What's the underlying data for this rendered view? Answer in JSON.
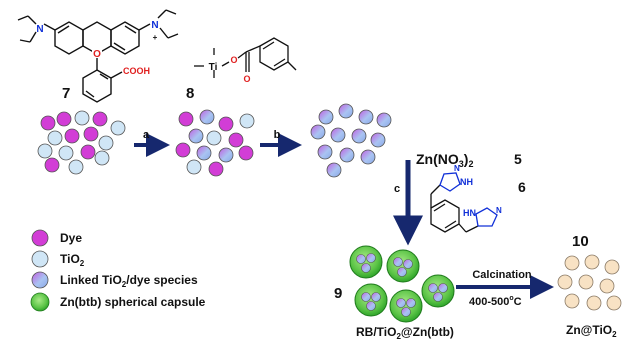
{
  "colors": {
    "dye": "#d23dd6",
    "tio2": "#d0e6f6",
    "linked_a": "#c05ee0",
    "linked_b": "#a9c4f2",
    "capsule_outer": "#2fa52a",
    "capsule_inner": "#a8ea87",
    "arrow": "#16286e",
    "particle_zn": "#f8e2c4",
    "nitrogen": "#1030d8",
    "oxygen": "#e02020",
    "bond": "#111111"
  },
  "compounds": {
    "dye_number": "7",
    "dye_acid_group": "COOH",
    "dye_n_plus": "N",
    "dye_n_plus_charge": "+",
    "dye_n_left": "N",
    "dye_o_ring": "O",
    "linker_number": "8",
    "linker_ti": "Ti",
    "linker_o": "O",
    "linker_o2": "O"
  },
  "steps": {
    "a": "a",
    "b": "b",
    "c": "c"
  },
  "reagents": {
    "zinc_nitrate_prefix": "Zn(NO",
    "zinc_nitrate_sub": "3",
    "zinc_nitrate_close": ")",
    "zinc_nitrate_sub2": "2",
    "zinc_nitrate_number": "5",
    "tetrazole_number": "6",
    "tetrazole_nh": "NH",
    "tetrazole_hn": "HN",
    "tetrazole_n": "N"
  },
  "legend": {
    "dye": "Dye",
    "tio2_main": "TiO",
    "tio2_sub": "2",
    "linked_pre": "Linked TiO",
    "linked_sub": "2",
    "linked_post": "/dye species",
    "capsule": "Zn(btb) spherical capsule"
  },
  "products": {
    "capsule_number": "9",
    "capsule_label_pre": "RB/TiO",
    "capsule_label_sub": "2",
    "capsule_label_post": "@Zn(btb)",
    "calcination": "Calcination",
    "temperature_pre": "400-500",
    "temperature_sup": "o",
    "temperature_unit": "C",
    "final_number": "10",
    "final_label_pre": "Zn@TiO",
    "final_label_sub": "2"
  }
}
